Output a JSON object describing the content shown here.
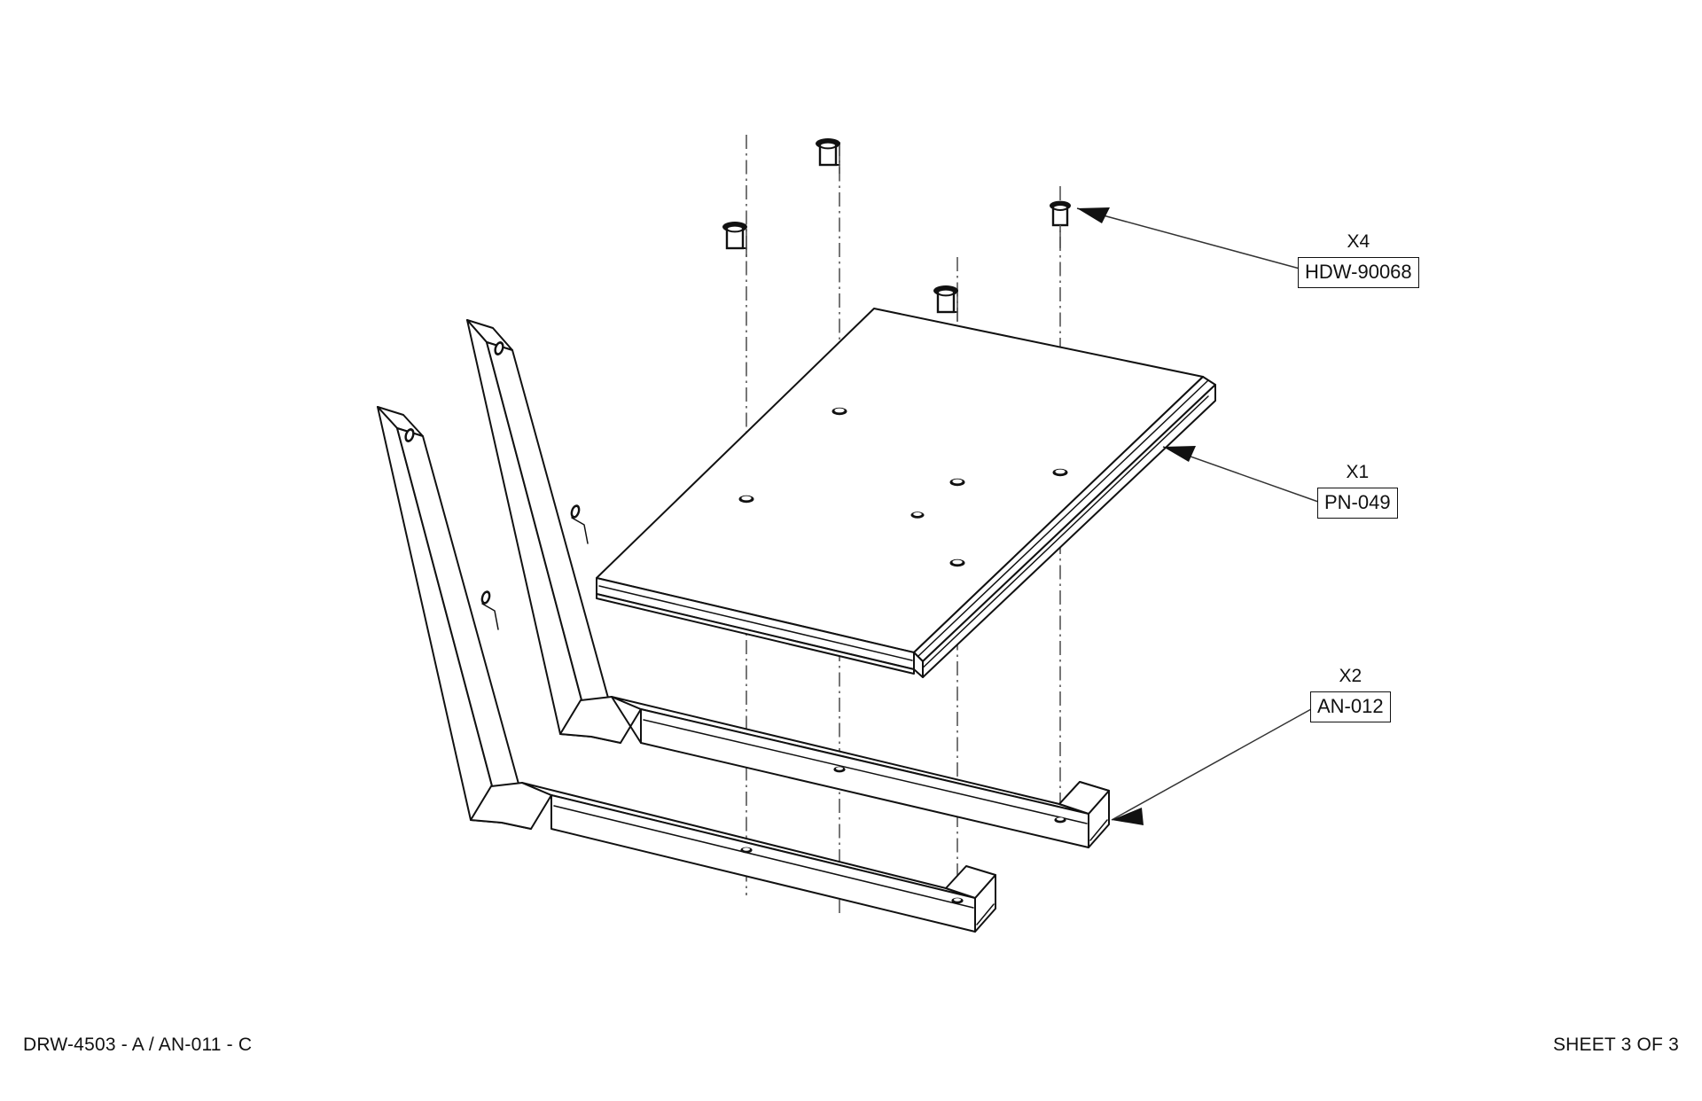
{
  "drawing": {
    "type": "exploded-isometric-assembly",
    "footer_left": "DRW-4503 - A / AN-011 - C",
    "footer_right": "SHEET 3 OF 3",
    "background_color": "#ffffff",
    "line_color": "#111111"
  },
  "callouts": [
    {
      "id": "hdw",
      "quantity": "X4",
      "part_number": "HDW-90068",
      "describes": "screw-fastener"
    },
    {
      "id": "pn",
      "quantity": "X1",
      "part_number": "PN-049",
      "describes": "sheet-metal-panel"
    },
    {
      "id": "an",
      "quantity": "X2",
      "part_number": "AN-012",
      "describes": "bracket-arm"
    }
  ],
  "components": {
    "screws": {
      "name": "screw-fastener",
      "count": 4,
      "label": "HDW-90068"
    },
    "panel": {
      "name": "sheet-metal-panel",
      "count": 1,
      "label": "PN-049",
      "hole_count": 6
    },
    "arms": {
      "name": "bracket-arm",
      "count": 2,
      "label": "AN-012",
      "holes_per_arm": 3
    }
  }
}
